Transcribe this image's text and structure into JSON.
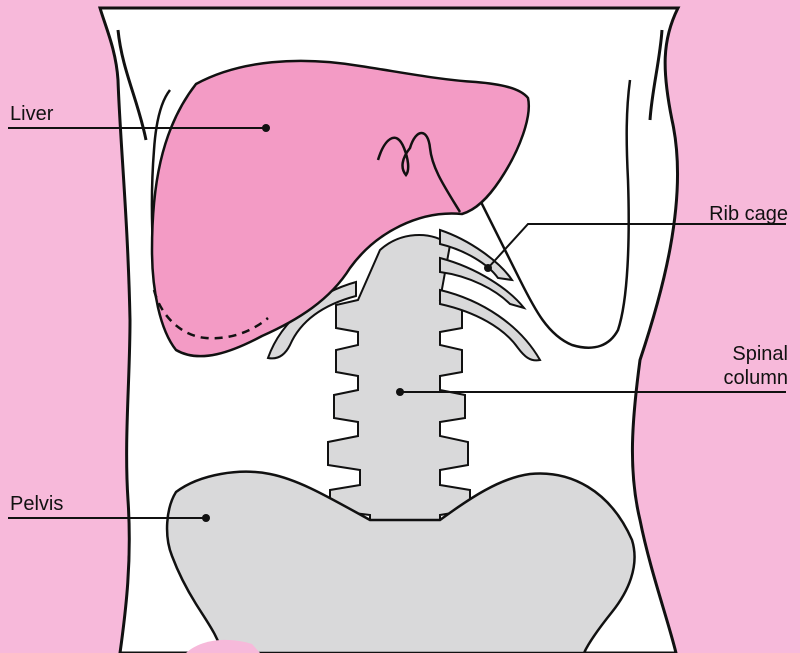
{
  "labels": {
    "liver": "Liver",
    "rib_cage": "Rib cage",
    "spinal_line1": "Spinal",
    "spinal_line2": "column",
    "pelvis": "Pelvis"
  },
  "colors": {
    "background": "#f7b9da",
    "torso": "#ffffff",
    "liver": "#f39bc5",
    "bone": "#d9d9da",
    "outline": "#111111"
  }
}
